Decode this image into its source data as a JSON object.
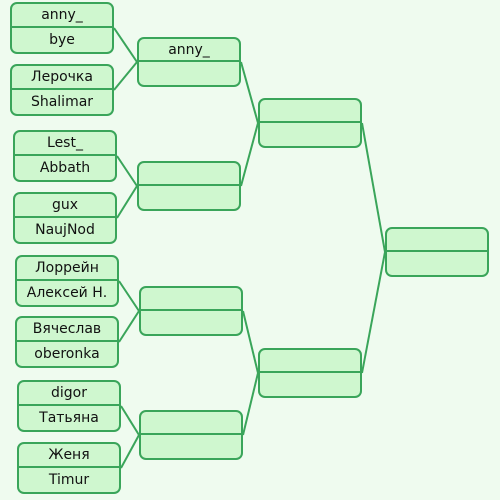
{
  "rounds": [
    {
      "name": "",
      "matches": [
        {
          "top": "anny_",
          "bottom": "bye"
        },
        {
          "top": "Лерочка",
          "bottom": "Shalimar"
        },
        {
          "top": "Lest_",
          "bottom": "Abbath"
        },
        {
          "top": "gux",
          "bottom": "NaujNod"
        },
        {
          "top": "Лоррейн",
          "bottom": "Алексей Н."
        },
        {
          "top": "Вячеслав",
          "bottom": "oberonka"
        },
        {
          "top": "digor",
          "bottom": "Татьяна"
        },
        {
          "top": "Женя",
          "bottom": "Timur"
        }
      ]
    },
    {
      "name": "",
      "matches": [
        {
          "top": "anny_",
          "bottom": ""
        },
        {
          "top": "",
          "bottom": ""
        },
        {
          "top": "",
          "bottom": ""
        },
        {
          "top": "",
          "bottom": ""
        }
      ]
    },
    {
      "name": "",
      "matches": [
        {
          "top": "",
          "bottom": ""
        },
        {
          "top": "",
          "bottom": ""
        }
      ]
    },
    {
      "name": "",
      "matches": [
        {
          "top": "",
          "bottom": ""
        }
      ]
    }
  ],
  "colors": {
    "background": "#effbef",
    "box_fill": "#cff7cf",
    "line": "#3aa55a"
  }
}
